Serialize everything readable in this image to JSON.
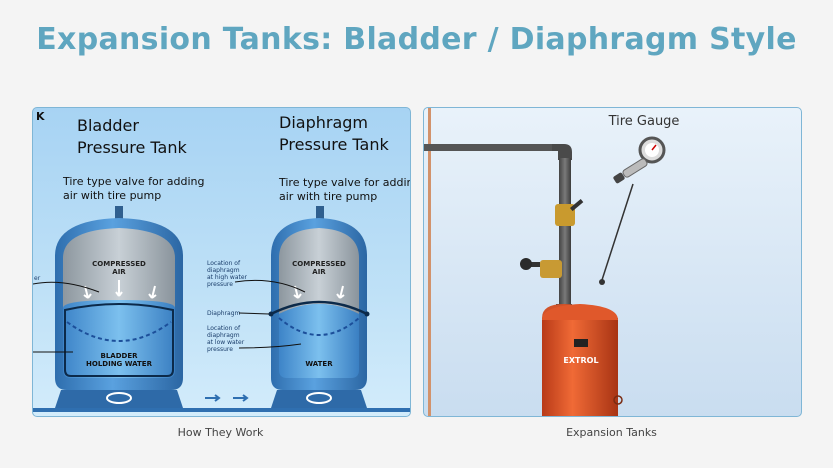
{
  "slide": {
    "title": "Expansion Tanks: Bladder / Diaphragm Style"
  },
  "left_panel": {
    "caption": "How They Work",
    "corner_mark": "K",
    "bladder_tank": {
      "title_line1": "Bladder",
      "title_line2": "Pressure Tank",
      "valve_line1": "Tire type valve for adding",
      "valve_line2": "air with tire pump",
      "air_line1": "COMPRESSED",
      "air_line2": "AIR",
      "water_line1": "BLADDER",
      "water_line2": "HOLDING WATER",
      "edge_label_top": "er"
    },
    "diaphragm_tank": {
      "title_line1": "Diaphragm",
      "title_line2": "Pressure Tank",
      "valve_line1": "Tire type valve for addin",
      "valve_line2": "air with tire pump",
      "air_line1": "COMPRESSED",
      "air_line2": "AIR",
      "water_label": "WATER"
    },
    "annotations": {
      "high_line1": "Location of",
      "high_line2": "diaphragm",
      "high_line3": "at high water",
      "high_line4": "pressure",
      "diaphragm": "Diaphragm",
      "low_line1": "Location of",
      "low_line2": "diaphragm",
      "low_line3": "at low water",
      "low_line4": "pressure"
    },
    "colors": {
      "tank_blue": "#3f86c8",
      "air_gray": "#a9b3bc",
      "water_blue": "#5aa3dd"
    }
  },
  "right_panel": {
    "caption": "Expansion Tanks",
    "gauge_label": "Tire Gauge",
    "tank_brand": "EXTROL",
    "colors": {
      "tank_orange": "#e8562a",
      "pipe_gray": "#5c5c5c"
    }
  }
}
